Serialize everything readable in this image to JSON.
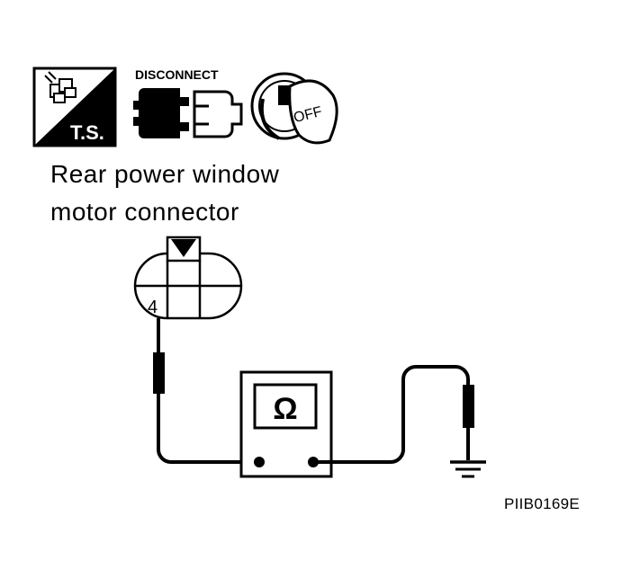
{
  "icons": {
    "ts_label": "T.S.",
    "disconnect_label": "DISCONNECT",
    "off_label": "OFF"
  },
  "connector": {
    "label_line1": "Rear power window",
    "label_line2": "motor connector",
    "pin": "4"
  },
  "meter": {
    "symbol": "Ω"
  },
  "footer": {
    "code": "PIIB0169E"
  },
  "colors": {
    "ink": "#000000",
    "background": "#ffffff"
  }
}
